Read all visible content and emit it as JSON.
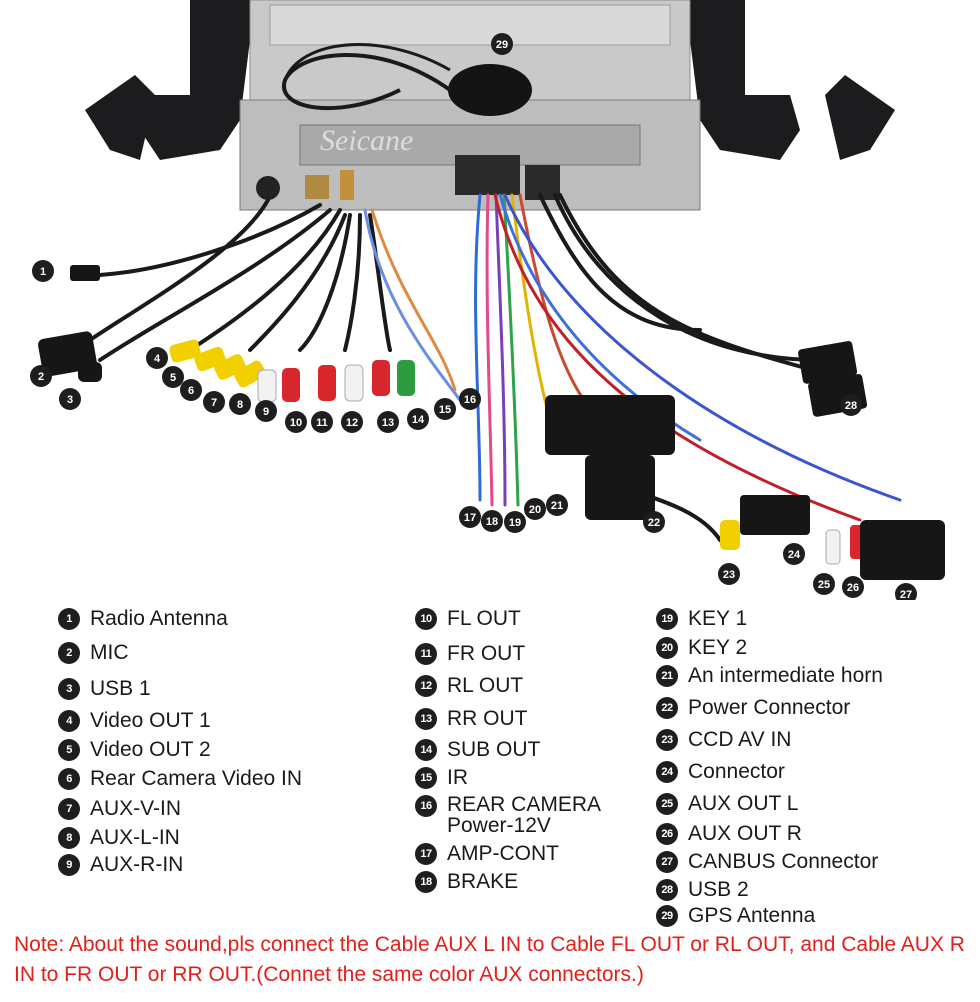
{
  "watermark": "Seicane",
  "legend": [
    {
      "n": "1",
      "label": "Radio Antenna"
    },
    {
      "n": "2",
      "label": "MIC"
    },
    {
      "n": "3",
      "label": "USB 1"
    },
    {
      "n": "4",
      "label": "Video OUT 1"
    },
    {
      "n": "5",
      "label": "Video OUT 2"
    },
    {
      "n": "6",
      "label": "Rear Camera Video IN"
    },
    {
      "n": "7",
      "label": "AUX-V-IN"
    },
    {
      "n": "8",
      "label": "AUX-L-IN"
    },
    {
      "n": "9",
      "label": "AUX-R-IN"
    },
    {
      "n": "10",
      "label": "FL OUT"
    },
    {
      "n": "11",
      "label": "FR OUT"
    },
    {
      "n": "12",
      "label": "RL OUT"
    },
    {
      "n": "13",
      "label": "RR OUT"
    },
    {
      "n": "14",
      "label": "SUB OUT"
    },
    {
      "n": "15",
      "label": "IR"
    },
    {
      "n": "16",
      "label": "REAR CAMERA\nPower-12V"
    },
    {
      "n": "17",
      "label": "AMP-CONT"
    },
    {
      "n": "18",
      "label": "BRAKE"
    },
    {
      "n": "19",
      "label": "KEY 1"
    },
    {
      "n": "20",
      "label": "KEY 2"
    },
    {
      "n": "21",
      "label": "An intermediate horn"
    },
    {
      "n": "22",
      "label": "Power Connector"
    },
    {
      "n": "23",
      "label": "CCD AV IN"
    },
    {
      "n": "24",
      "label": "Connector"
    },
    {
      "n": "25",
      "label": "AUX OUT L"
    },
    {
      "n": "26",
      "label": "AUX OUT R"
    },
    {
      "n": "27",
      "label": "CANBUS Connector"
    },
    {
      "n": "28",
      "label": "USB 2"
    },
    {
      "n": "29",
      "label": "GPS Antenna"
    }
  ],
  "note": "Note: About the sound,pls connect the Cable AUX L IN to Cable FL OUT or RL OUT, and Cable AUX R IN to FR OUT or RR OUT.(Connet the same color AUX connectors.)",
  "colors": {
    "note": "#e0201b",
    "badge": "#1e1e1e",
    "cable": "#1a1a1a",
    "rca_yellow": "#f2d000",
    "rca_red": "#d8262c",
    "rca_white": "#f2f2f2",
    "rca_green": "#2e9b3e"
  }
}
